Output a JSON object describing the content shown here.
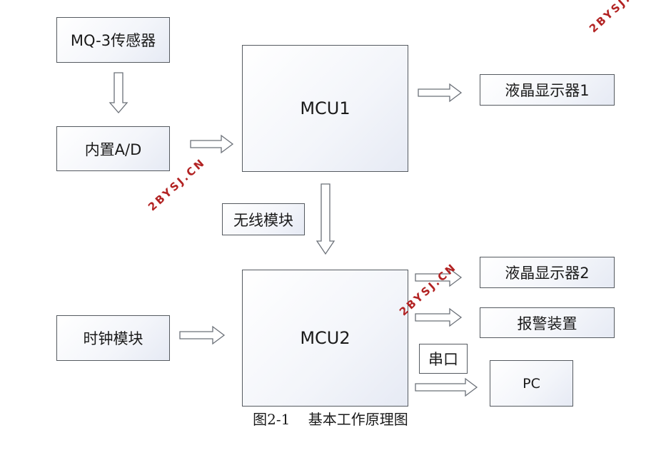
{
  "boxes": {
    "sensor": "MQ-3传感器",
    "adc": "内置A/D",
    "mcu1": "MCU1",
    "lcd1": "液晶显示器1",
    "wireless": "无线模块",
    "clock": "时钟模块",
    "mcu2": "MCU2",
    "lcd2": "液晶显示器2",
    "alarm": "报警装置",
    "serial": "串口",
    "pc": "PC"
  },
  "caption": "图2-1    基本工作原理图",
  "watermark": "2BYSJ.CN",
  "colors": {
    "border": "#555a60",
    "watermark": "#b22222"
  }
}
